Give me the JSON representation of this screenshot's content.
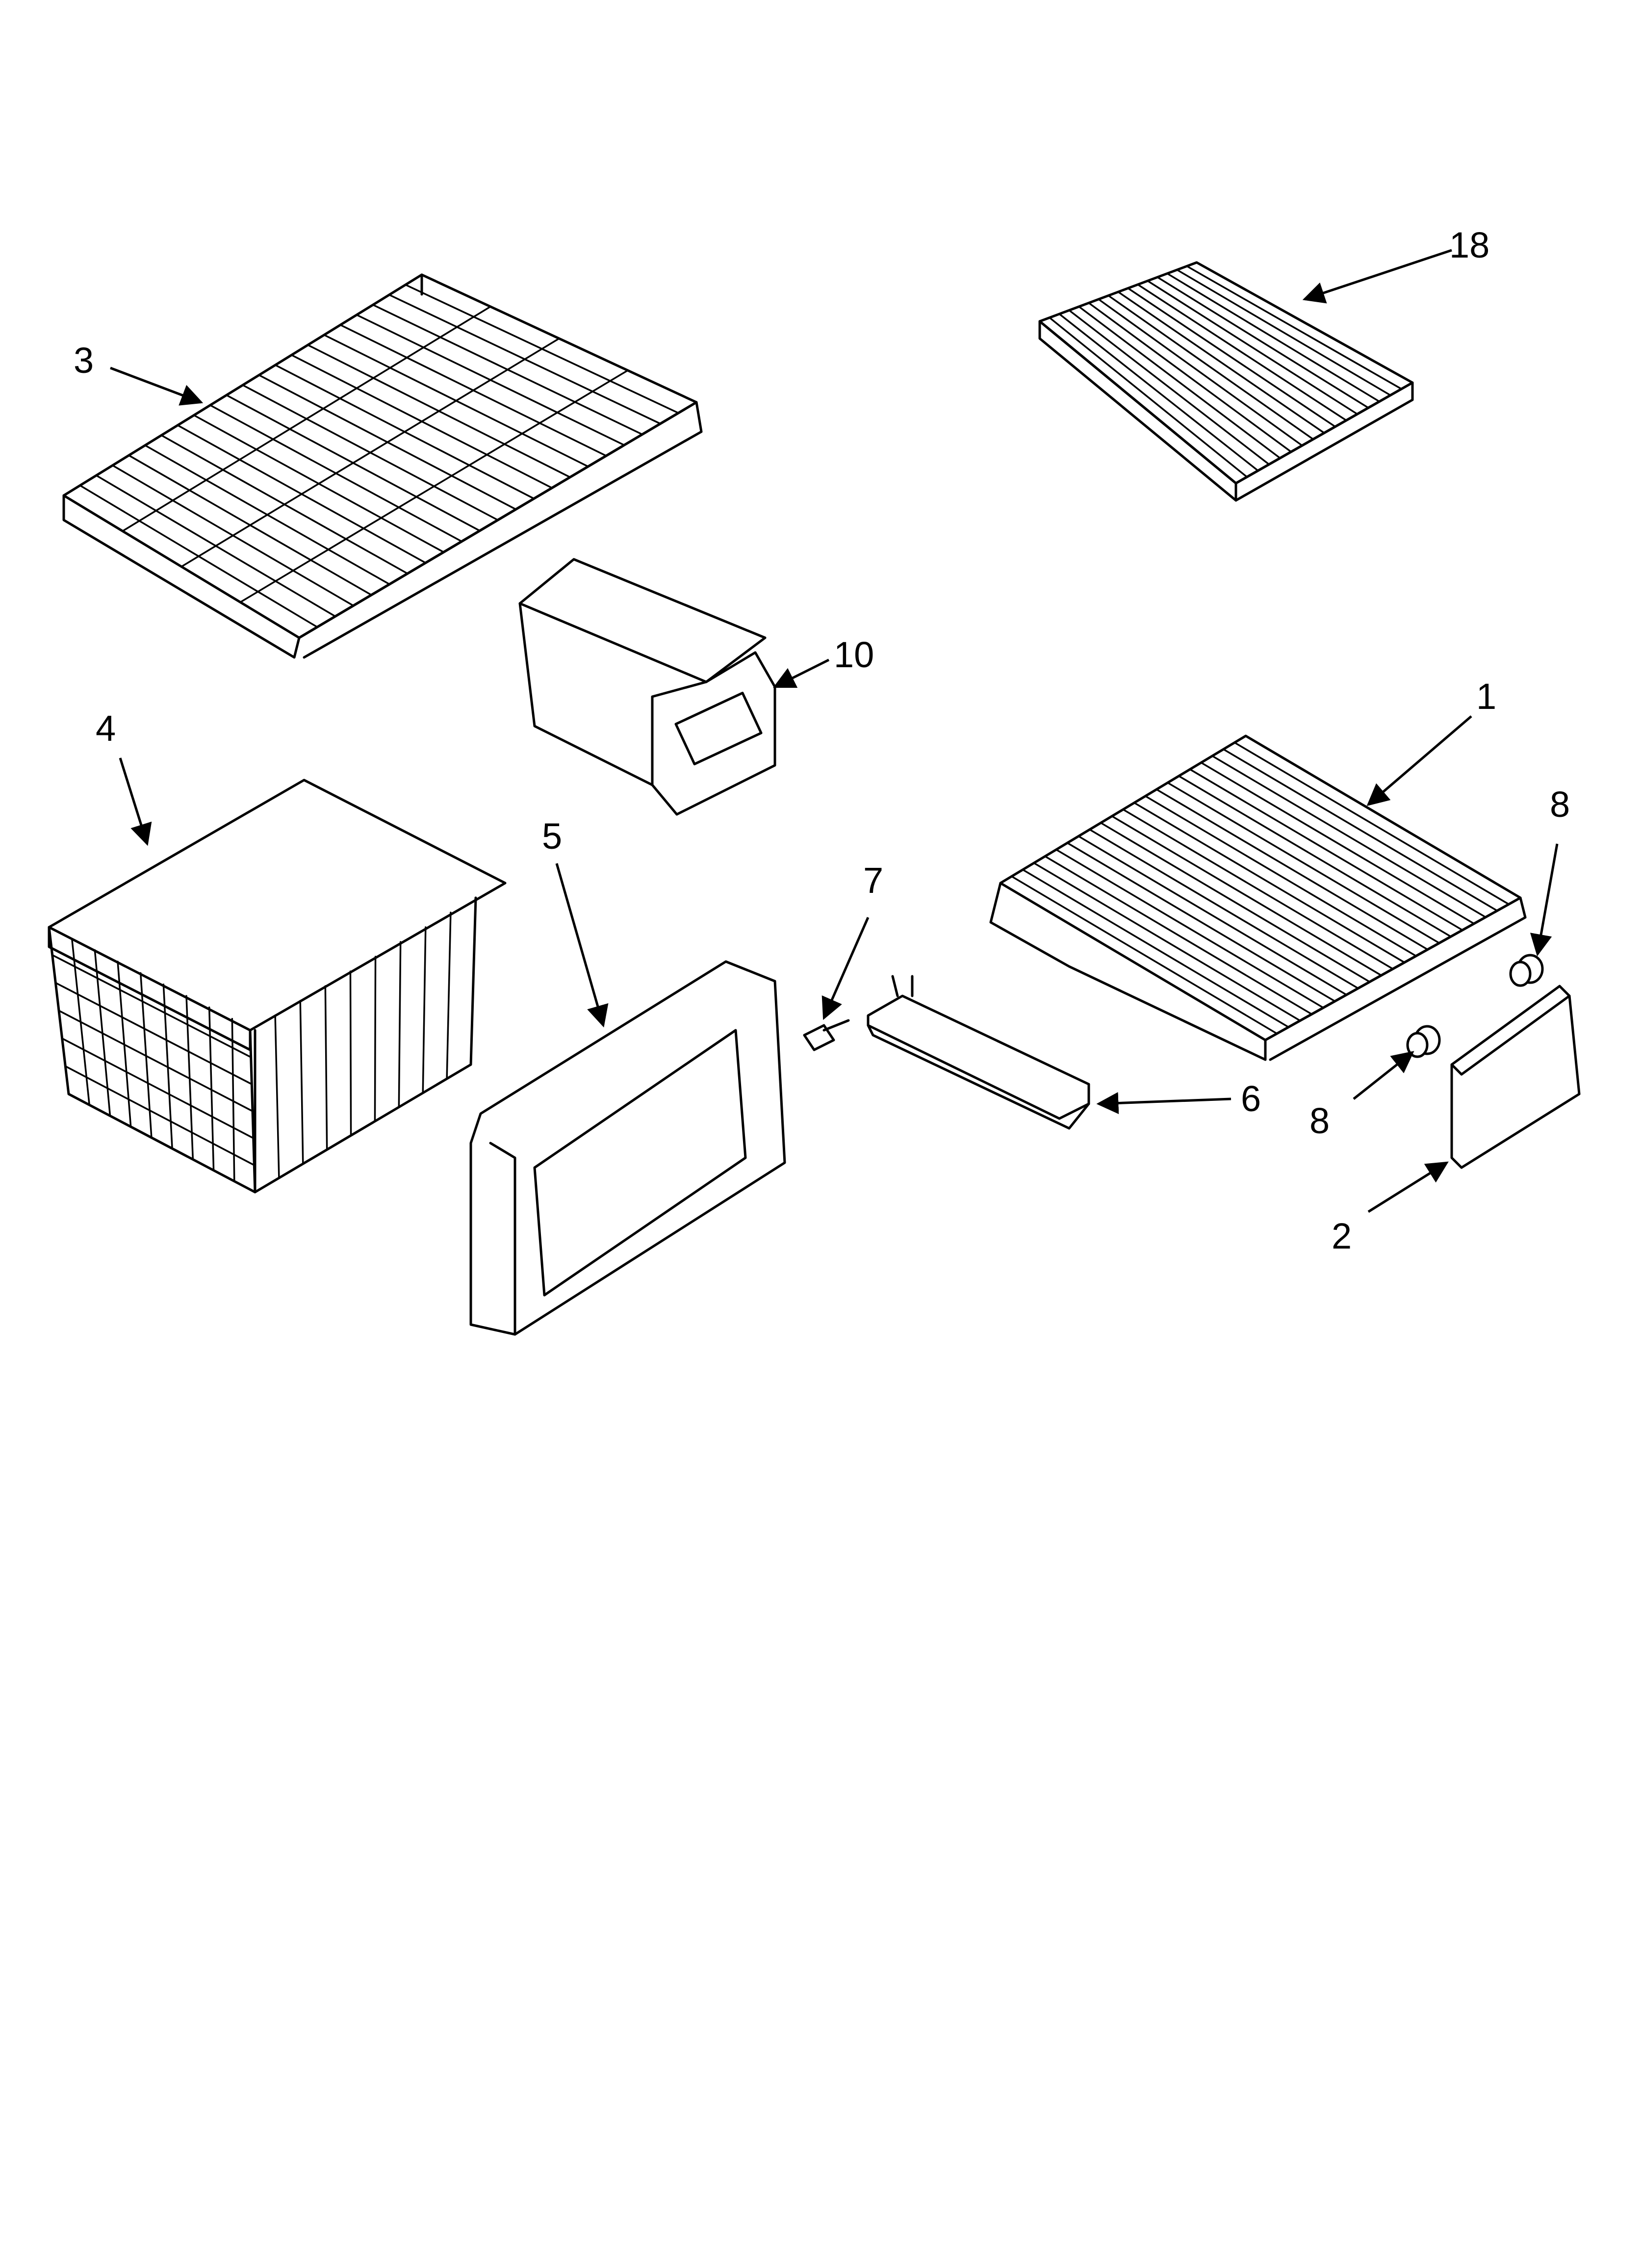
{
  "diagram": {
    "callouts": [
      {
        "id": "c18",
        "label": "18"
      },
      {
        "id": "c3",
        "label": "3"
      },
      {
        "id": "c10",
        "label": "10"
      },
      {
        "id": "c4",
        "label": "4"
      },
      {
        "id": "c1",
        "label": "1"
      },
      {
        "id": "c5",
        "label": "5"
      },
      {
        "id": "c7",
        "label": "7"
      },
      {
        "id": "c8a",
        "label": "8"
      },
      {
        "id": "c6",
        "label": "6"
      },
      {
        "id": "c8b",
        "label": "8"
      },
      {
        "id": "c2",
        "label": "2"
      }
    ]
  }
}
